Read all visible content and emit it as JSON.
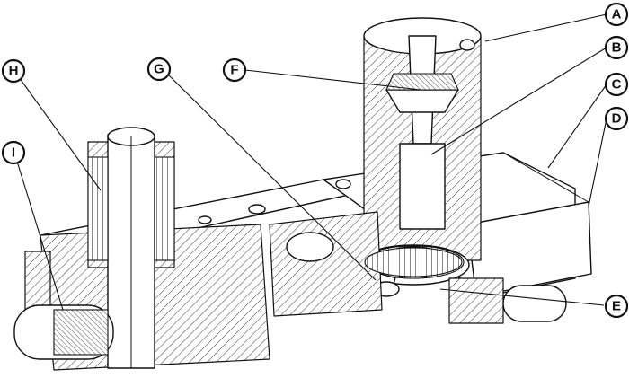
{
  "callouts": [
    {
      "id": "A",
      "label": "A"
    },
    {
      "id": "B",
      "label": "B"
    },
    {
      "id": "C",
      "label": "C"
    },
    {
      "id": "D",
      "label": "D"
    },
    {
      "id": "E",
      "label": "E"
    },
    {
      "id": "F",
      "label": "F"
    },
    {
      "id": "G",
      "label": "G"
    },
    {
      "id": "H",
      "label": "H"
    },
    {
      "id": "I",
      "label": "I"
    }
  ]
}
